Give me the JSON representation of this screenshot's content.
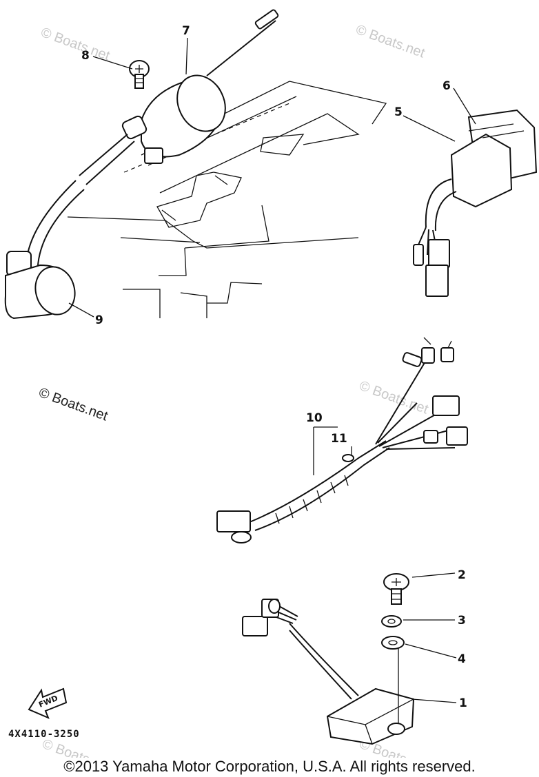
{
  "watermark": {
    "text": "© Boats.net"
  },
  "callouts": [
    "1",
    "2",
    "3",
    "4",
    "5",
    "6",
    "7",
    "8",
    "9",
    "10",
    "11"
  ],
  "fwd_label": "FWD",
  "diagram_code": "4X4110-3250",
  "copyright": "©2013 Yamaha Motor Corporation, U.S.A. All rights reserved.",
  "colors": {
    "ink": "#111111",
    "watermark": "#c8c8c8",
    "background": "#ffffff"
  }
}
